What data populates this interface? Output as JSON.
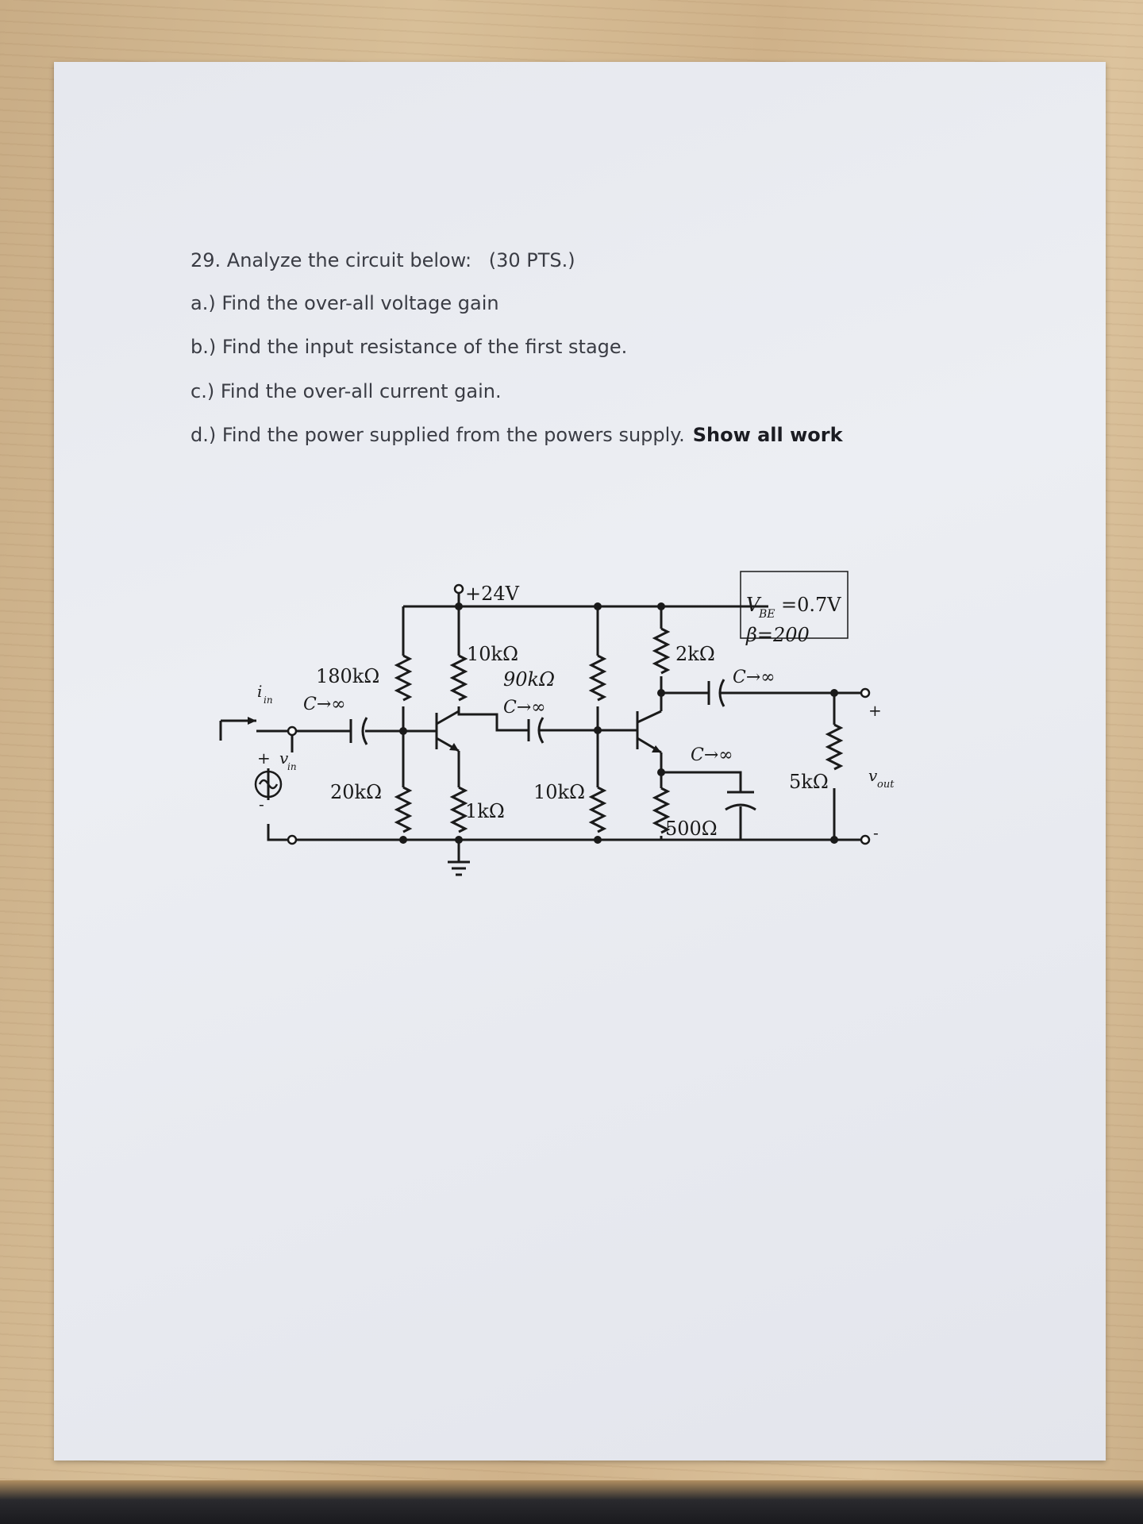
{
  "question": {
    "title": "29. Analyze the circuit below:",
    "points": "(30 PTS.)",
    "parts": [
      {
        "text": "a.) Find the over-all voltage gain"
      },
      {
        "text": "b.) Find the input resistance of the first stage."
      },
      {
        "text": "c.) Find the over-all current gain."
      },
      {
        "text": "d.) Find the power supplied from the powers supply.",
        "emphasis": "Show all work"
      }
    ]
  },
  "circuit": {
    "supply": "+24V",
    "r_180k": "180kΩ",
    "r_20k": "20kΩ",
    "r_10k_collector": "10kΩ",
    "r_1k": "1kΩ",
    "r_90k": "90kΩ",
    "r_10k_bias": "10kΩ",
    "r_2k": "2kΩ",
    "r_500": "500Ω",
    "r_5k": "5kΩ",
    "cap_label": "C→∞",
    "params": {
      "vbe": "=0.7V",
      "beta": "β=200"
    },
    "i_in": "i",
    "i_in_sub": "in",
    "v_in": "v",
    "v_in_sub": "in",
    "v_out": "v",
    "v_out_sub": "out",
    "plus": "+",
    "minus": "-",
    "vbe_symbol": "V",
    "vbe_sub": "BE"
  }
}
